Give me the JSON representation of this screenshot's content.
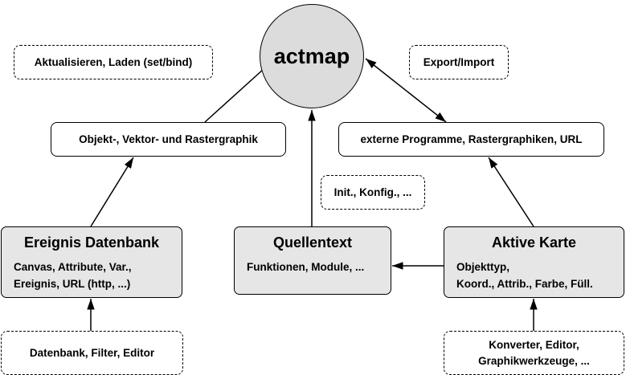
{
  "center": {
    "label": "actmap"
  },
  "notes": {
    "top_left": "Aktualisieren, Laden (set/bind)",
    "top_right": "Export/Import",
    "middle": "Init., Konfig., ...",
    "bottom_left": "Datenbank, Filter, Editor",
    "bottom_right_line1": "Konverter, Editor,",
    "bottom_right_line2": "Graphikwerkzeuge, ..."
  },
  "boxes": {
    "graphics": "Objekt-, Vektor- und Rastergraphik",
    "external": "externe Programme, Rastergraphiken, URL"
  },
  "modules": {
    "ereignis": {
      "title": "Ereignis Datenbank",
      "line1": "Canvas, Attribute, Var.,",
      "line2": "Ereignis, URL (http, ...)"
    },
    "quellentext": {
      "title": "Quellentext",
      "line1": "Funktionen, Module, ..."
    },
    "aktive": {
      "title": "Aktive Karte",
      "line1": "Objekttyp,",
      "line2": "Koord., Attrib., Farbe, Füll."
    }
  }
}
